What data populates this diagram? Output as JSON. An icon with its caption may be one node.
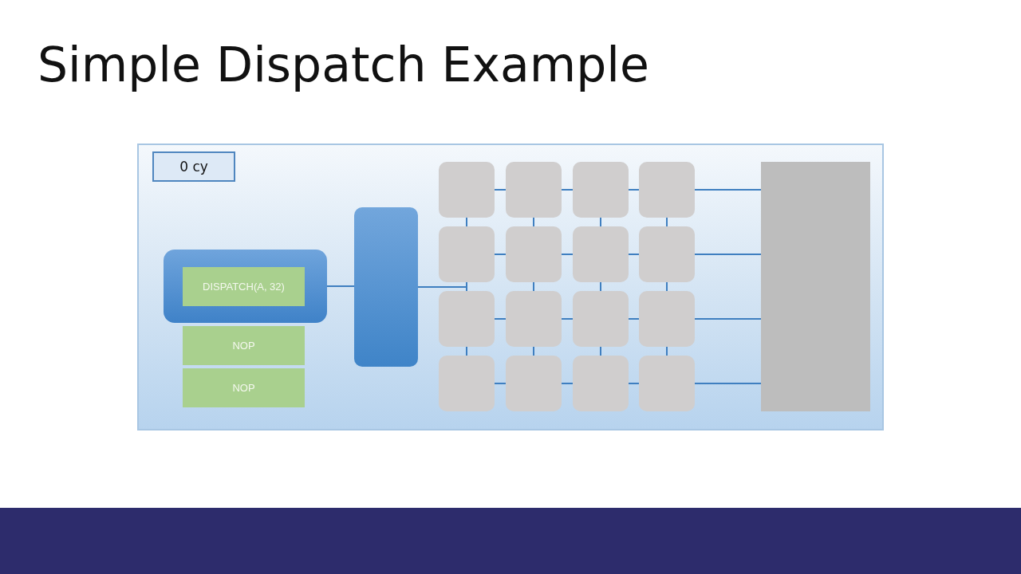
{
  "diagram": {
    "title": "Simple Dispatch Example",
    "nodes": [
      {
        "text": [],
        "shape": "box"
      },
      {
        "text": [
          "0 cy"
        ],
        "in": 0
      },
      {
        "text": [],
        "shape": "box",
        "in": 0
      },
      {
        "text": [
          "DISPATCH(A, 32)"
        ],
        "in": 2
      },
      {
        "text": [
          "NOP"
        ],
        "in": 0
      },
      {
        "text": [
          "NOP"
        ],
        "in": 0
      },
      {
        "text": [],
        "shape": "bar",
        "in": 0
      },
      {
        "text": [],
        "shape": "box",
        "in": 0
      },
      {
        "text": [],
        "shape": "box",
        "in": 0
      },
      {
        "text": [],
        "shape": "box",
        "in": 0
      },
      {
        "text": [],
        "shape": "box",
        "in": 0
      },
      {
        "text": [],
        "shape": "box",
        "in": 0
      },
      {
        "text": [],
        "shape": "box",
        "in": 0
      },
      {
        "text": [],
        "shape": "box",
        "in": 0
      },
      {
        "text": [],
        "shape": "box",
        "in": 0
      },
      {
        "text": [],
        "shape": "box",
        "in": 0
      },
      {
        "text": [],
        "shape": "box",
        "in": 0
      },
      {
        "text": [],
        "shape": "box",
        "in": 0
      },
      {
        "text": [],
        "shape": "box",
        "in": 0
      },
      {
        "text": [],
        "shape": "box",
        "in": 0
      },
      {
        "text": [],
        "shape": "box",
        "in": 0
      },
      {
        "text": [],
        "shape": "box",
        "in": 0
      },
      {
        "text": [],
        "shape": "box",
        "in": 0
      },
      {
        "text": [],
        "shape": "bar",
        "in": 0
      }
    ],
    "edges": [
      {
        "from": 2,
        "to": 6,
        "arrow": "none"
      },
      {
        "from": 6,
        "to": 15,
        "arrow": "none"
      },
      {
        "from": 7,
        "to": 8,
        "arrow": "none"
      },
      {
        "from": 8,
        "to": 9,
        "arrow": "none"
      },
      {
        "from": 9,
        "to": 10,
        "arrow": "none"
      },
      {
        "from": 10,
        "to": 23,
        "arrow": "none"
      },
      {
        "from": 11,
        "to": 12,
        "arrow": "none"
      },
      {
        "from": 12,
        "to": 13,
        "arrow": "none"
      },
      {
        "from": 13,
        "to": 14,
        "arrow": "none"
      },
      {
        "from": 14,
        "to": 23,
        "arrow": "none"
      },
      {
        "from": 15,
        "to": 16,
        "arrow": "none"
      },
      {
        "from": 16,
        "to": 17,
        "arrow": "none"
      },
      {
        "from": 17,
        "to": 18,
        "arrow": "none"
      },
      {
        "from": 18,
        "to": 23,
        "arrow": "none"
      },
      {
        "from": 19,
        "to": 20,
        "arrow": "none"
      },
      {
        "from": 20,
        "to": 21,
        "arrow": "none"
      },
      {
        "from": 21,
        "to": 22,
        "arrow": "none"
      },
      {
        "from": 22,
        "to": 23,
        "arrow": "none"
      },
      {
        "from": 7,
        "to": 11,
        "arrow": "none"
      },
      {
        "from": 8,
        "to": 12,
        "arrow": "none"
      },
      {
        "from": 9,
        "to": 13,
        "arrow": "none"
      },
      {
        "from": 10,
        "to": 14,
        "arrow": "none"
      },
      {
        "from": 11,
        "to": 15,
        "arrow": "none"
      },
      {
        "from": 12,
        "to": 16,
        "arrow": "none"
      },
      {
        "from": 13,
        "to": 17,
        "arrow": "none"
      },
      {
        "from": 14,
        "to": 18,
        "arrow": "none"
      },
      {
        "from": 15,
        "to": 19,
        "arrow": "none"
      },
      {
        "from": 16,
        "to": 20,
        "arrow": "none"
      },
      {
        "from": 17,
        "to": 21,
        "arrow": "none"
      },
      {
        "from": 18,
        "to": 22,
        "arrow": "none"
      }
    ]
  }
}
